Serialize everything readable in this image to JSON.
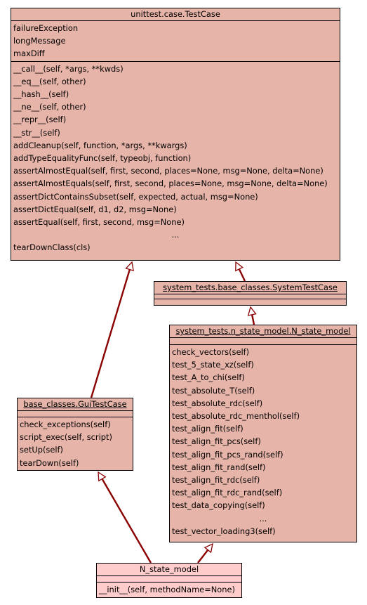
{
  "colors": {
    "box": "#e6b4a8",
    "box_highlight": "#ffcccc",
    "edge": "#8b0000"
  },
  "classes": {
    "testcase": {
      "title": "unittest.case.TestCase",
      "attributes": [
        "failureException",
        "longMessage",
        "maxDiff"
      ],
      "methods": [
        "__call__(self, *args, **kwds)",
        "__eq__(self, other)",
        "__hash__(self)",
        "__ne__(self, other)",
        "__repr__(self)",
        "__str__(self)",
        "addCleanup(self, function, *args, **kwargs)",
        "addTypeEqualityFunc(self, typeobj, function)",
        "assertAlmostEqual(self, first, second, places=None, msg=None, delta=None)",
        "assertAlmostEquals(self, first, second, places=None, msg=None, delta=None)",
        "assertDictContainsSubset(self, expected, actual, msg=None)",
        "assertDictEqual(self, d1, d2, msg=None)",
        "assertEqual(self, first, second, msg=None)"
      ],
      "ellipsis": "...",
      "last_method": "tearDownClass(cls)"
    },
    "systemtestcase": {
      "title": "system_tests.base_classes.SystemTestCase"
    },
    "n_state_model_tests": {
      "title": "system_tests.n_state_model.N_state_model",
      "methods": [
        "check_vectors(self)",
        "test_5_state_xz(self)",
        "test_A_to_chi(self)",
        "test_absolute_T(self)",
        "test_absolute_rdc(self)",
        "test_absolute_rdc_menthol(self)",
        "test_align_fit(self)",
        "test_align_fit_pcs(self)",
        "test_align_fit_pcs_rand(self)",
        "test_align_fit_rand(self)",
        "test_align_fit_rdc(self)",
        "test_align_fit_rdc_rand(self)",
        "test_data_copying(self)"
      ],
      "ellipsis": "...",
      "last_method": "test_vector_loading3(self)"
    },
    "guitestcase": {
      "title": "base_classes.GuiTestCase",
      "methods": [
        "check_exceptions(self)",
        "script_exec(self, script)",
        "setUp(self)",
        "tearDown(self)"
      ]
    },
    "n_state_model": {
      "title": "N_state_model",
      "methods": [
        "__init__(self, methodName=None)"
      ]
    }
  }
}
